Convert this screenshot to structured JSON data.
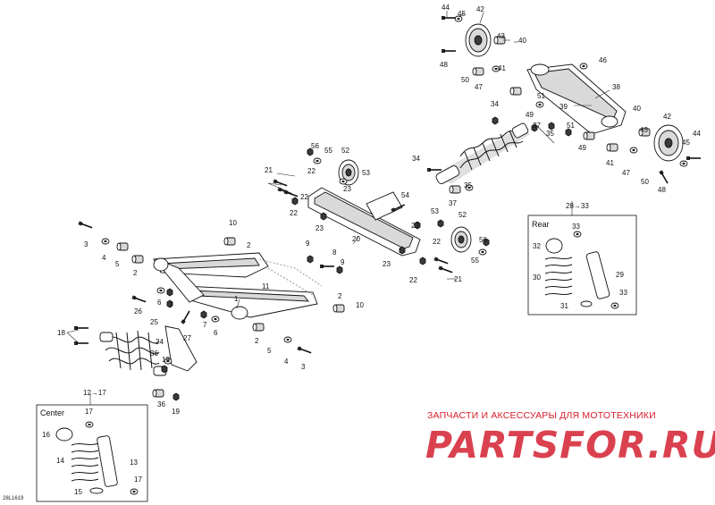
{
  "diagram": {
    "code": "28L1619",
    "watermark_line": "ЗАПЧАСТИ И АКСЕССУАРЫ ДЛЯ МОТОТЕХНИКИ",
    "watermark_logo": "PARTSFOR.RU",
    "insets": {
      "rear": {
        "title": "Rear",
        "ref": "28→33"
      },
      "center": {
        "title": "Center",
        "ref": "12→17"
      }
    },
    "labels": {
      "l44a": "44",
      "l45a": "45",
      "l42a": "42",
      "l43a": "43",
      "l40a": "40",
      "l48a": "48",
      "l41a": "41",
      "l46": "46",
      "l50a": "50",
      "l47a": "47",
      "l38": "38",
      "l51a": "51",
      "l39": "39",
      "l49a": "49",
      "l34a": "34",
      "l37a": "37",
      "l35a": "35",
      "l51b": "51",
      "l49b": "49",
      "l40b": "40",
      "l42b": "42",
      "l43b": "43",
      "l41b": "41",
      "l45b": "45",
      "l44b": "44",
      "l47b": "47",
      "l50b": "50",
      "l48b": "48",
      "l56a": "56",
      "l55a": "55",
      "l52a": "52",
      "l21a": "21",
      "l22a": "22",
      "l53a": "53",
      "l23a": "23",
      "l22b": "22",
      "l22c": "22",
      "l34b": "34",
      "l35b": "35",
      "l37b": "37",
      "l54": "54",
      "l23b": "23",
      "l20": "20",
      "l53b": "53",
      "l52b": "52",
      "l23c": "23",
      "l22d": "22",
      "l56b": "56",
      "l55b": "55",
      "l23d": "23",
      "l22e": "22",
      "l21b": "21",
      "l3a": "3",
      "l4a": "4",
      "l5a": "5",
      "l2a": "2",
      "l10a": "10",
      "l2b": "2",
      "l9a": "9",
      "l8": "8",
      "l9b": "9",
      "l11": "11",
      "l1": "1",
      "l6a": "6",
      "l7a": "7",
      "l26": "26",
      "l25": "25",
      "l27": "27",
      "l7b": "7",
      "l6b": "6",
      "l2c": "2",
      "l10b": "10",
      "l2d": "2",
      "l5b": "5",
      "l4b": "4",
      "l3b": "3",
      "l24": "24",
      "l18": "18",
      "l36a": "36",
      "l19a": "19",
      "l36b": "36",
      "l19b": "19",
      "l32": "32",
      "l33a": "33",
      "l30": "30",
      "l29": "29",
      "l33b": "33",
      "l31": "31",
      "l17a": "17",
      "l16": "16",
      "l14": "14",
      "l13": "13",
      "l15": "15",
      "l17b": "17"
    }
  }
}
